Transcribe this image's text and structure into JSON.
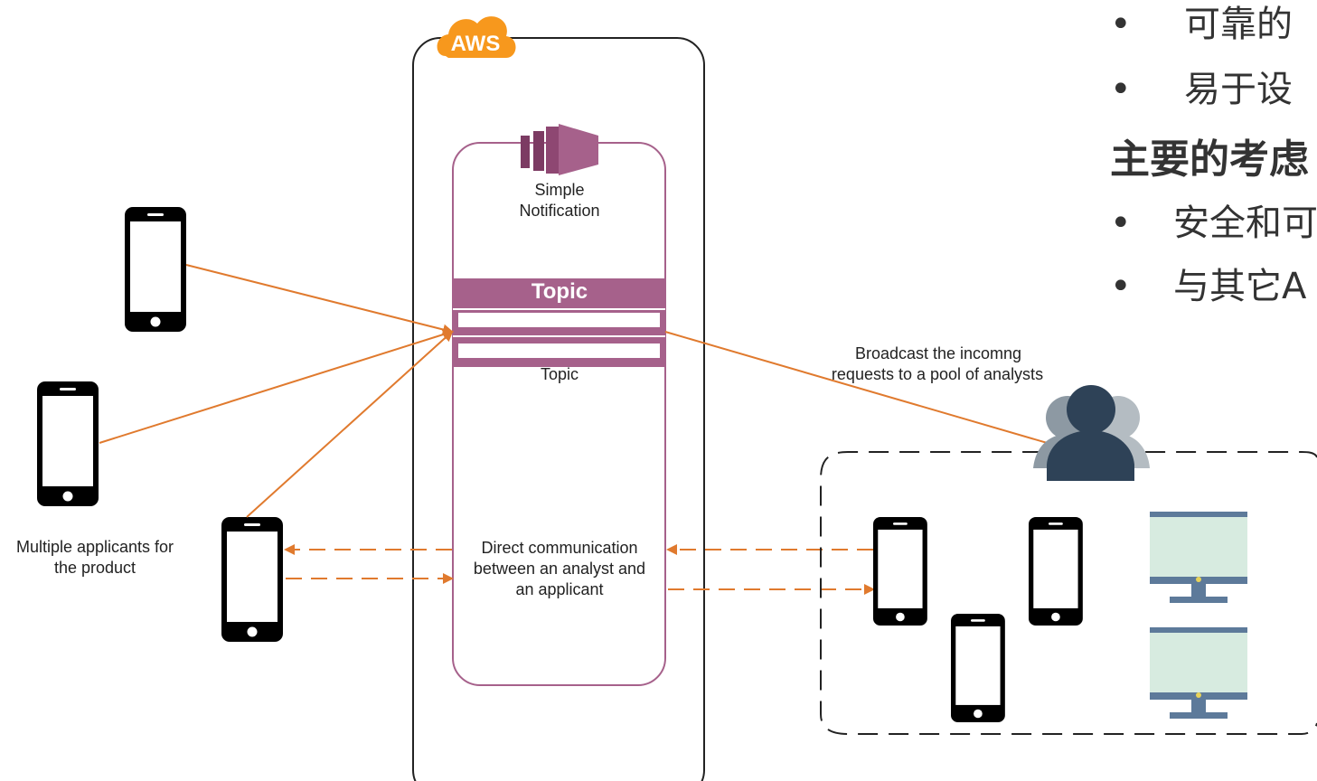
{
  "diagram": {
    "aws_badge": "AWS",
    "service_label_line1": "Simple",
    "service_label_line2": "Notification",
    "topic_header": "Topic",
    "topic_caption": "Topic",
    "direct_comm_line1": "Direct communication",
    "direct_comm_line2": "between an analyst and",
    "direct_comm_line3": "an applicant",
    "broadcast_line1": "Broadcast the incomng",
    "broadcast_line2": "requests to a pool of analysts",
    "applicants_line1": "Multiple applicants for",
    "applicants_line2": "the product"
  },
  "side_text": {
    "bullet_1": "可靠的",
    "bullet_2": "易于设",
    "heading": "主要的考虑",
    "bullet_3": "安全和可",
    "bullet_4": "与其它A"
  },
  "colors": {
    "orange": "#e07a2e",
    "sns_purple": "#a6618b",
    "aws_orange": "#f7981d",
    "analyst_dark": "#2e4257",
    "analyst_gray": "#8d99a3",
    "monitor_blue": "#5d7a9a",
    "monitor_screen": "#d7ebe0"
  }
}
